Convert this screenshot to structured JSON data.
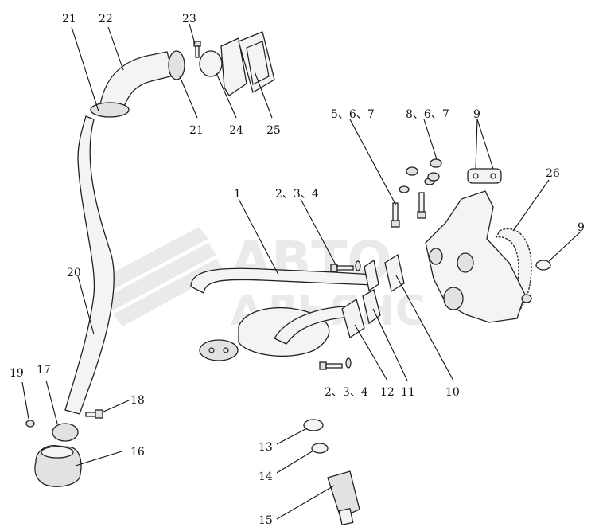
{
  "watermark": {
    "line1": "АВТО",
    "line2": "АЛЬЯНС"
  },
  "callouts": {
    "c1": "1",
    "c2_3_4_top": "2、3、4",
    "c2_3_4_bottom": "2、3、4",
    "c5_6_7": "5、6、7",
    "c8_6_7": "8、6、7",
    "c9_top": "9",
    "c9_right": "9",
    "c10": "10",
    "c11": "11",
    "c12": "12",
    "c13": "13",
    "c14": "14",
    "c15": "15",
    "c16": "16",
    "c17": "17",
    "c18": "18",
    "c19": "19",
    "c20": "20",
    "c21_top": "21",
    "c21_mid": "21",
    "c22": "22",
    "c23": "23",
    "c24": "24",
    "c25": "25",
    "c26": "26"
  }
}
